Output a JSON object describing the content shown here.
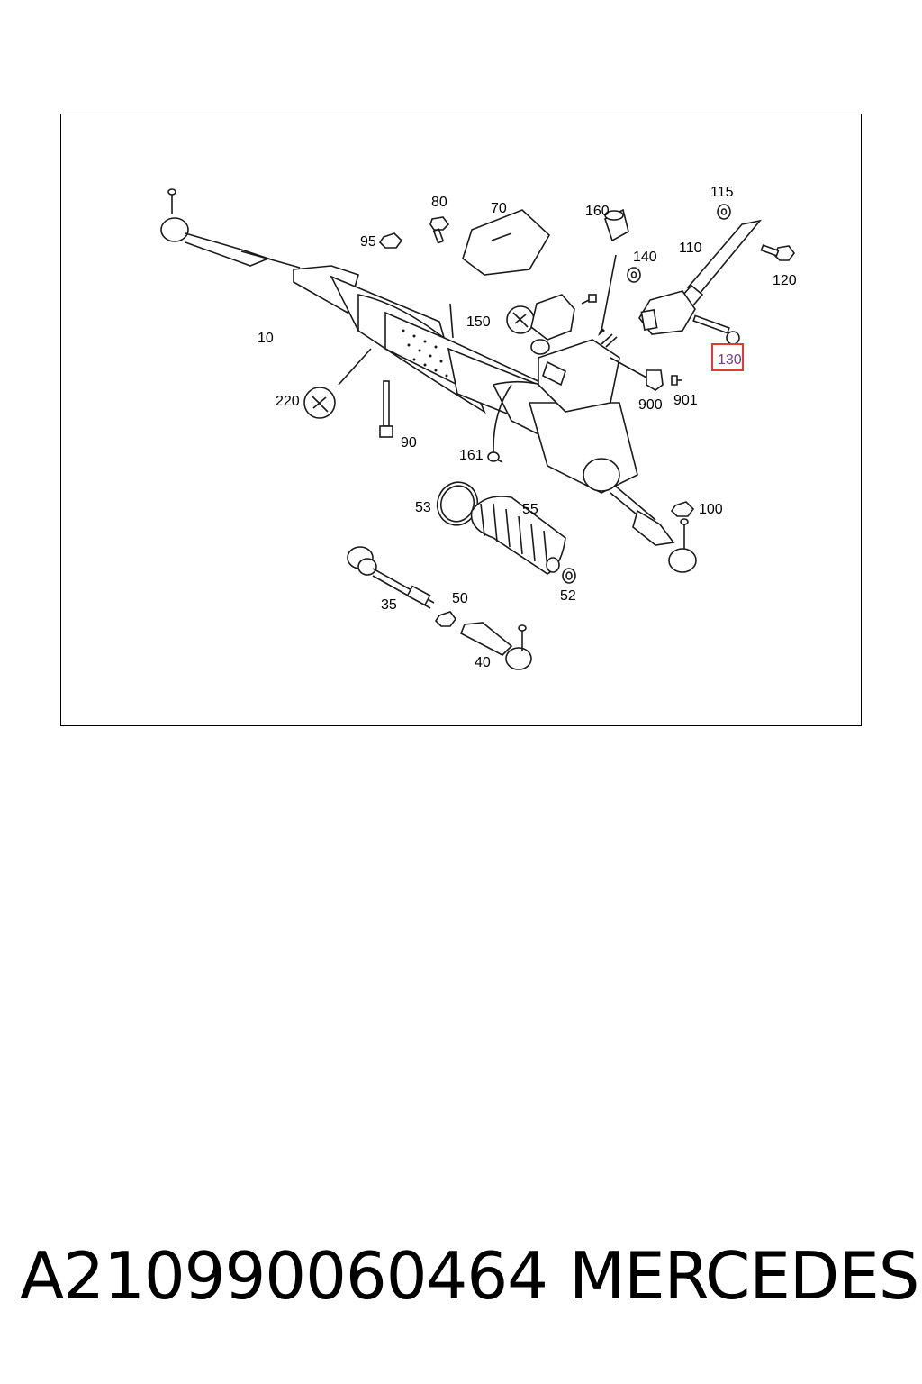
{
  "diagram": {
    "callouts": {
      "c10": "10",
      "c220": "220",
      "c90": "90",
      "c95": "95",
      "c80": "80",
      "c70": "70",
      "c160": "160",
      "c150": "150",
      "c140": "140",
      "c115": "115",
      "c110": "110",
      "c120": "120",
      "c130": "130",
      "c900": "900",
      "c901": "901",
      "c161": "161",
      "c53": "53",
      "c55": "55",
      "c100": "100",
      "c35": "35",
      "c50": "50",
      "c52": "52",
      "c40": "40"
    },
    "highlighted_callout": "130",
    "highlight_color": "#e53935"
  },
  "footer": {
    "part_number": "A210990060464",
    "brand": "MERCEDES"
  }
}
